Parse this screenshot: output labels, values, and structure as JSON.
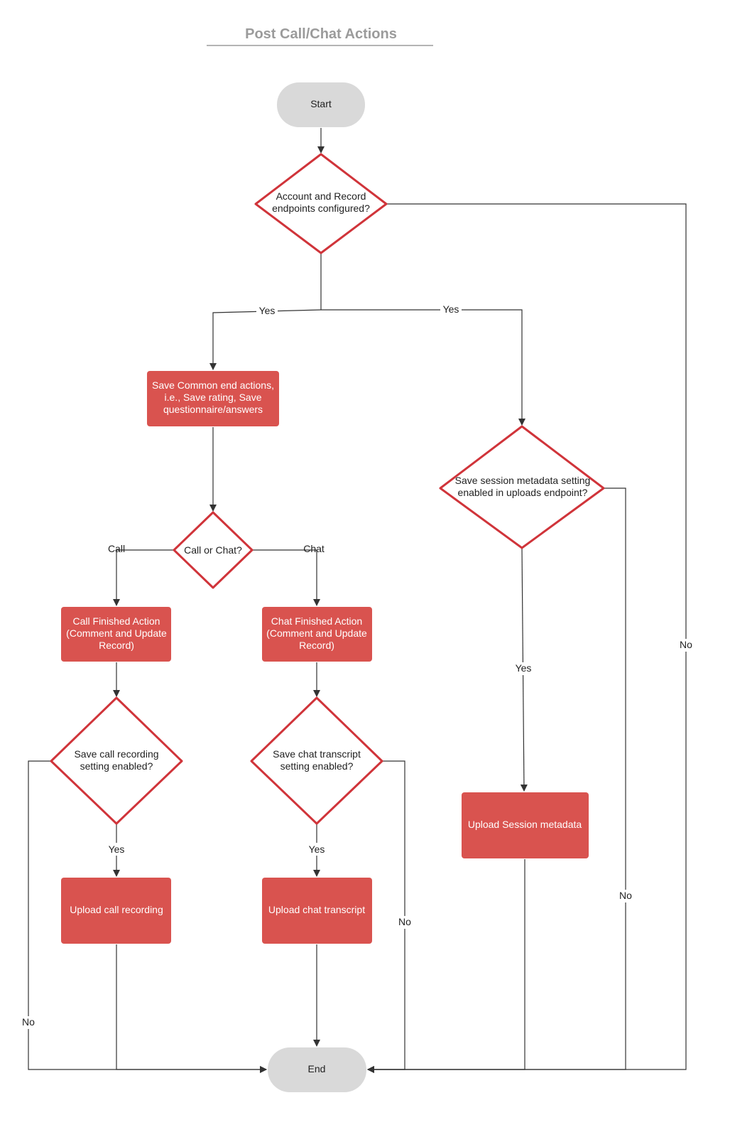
{
  "title": "Post Call/Chat Actions",
  "colors": {
    "process_fill": "#d9534f",
    "decision_stroke": "#d0343a",
    "terminal_fill": "#d9d9d9",
    "title_color": "#9b9b9b"
  },
  "nodes": {
    "start": {
      "label": "Start"
    },
    "endpoints_decision": {
      "lines": [
        "Account and Record",
        "endpoints configured?"
      ]
    },
    "save_common": {
      "lines": [
        "Save Common end actions,",
        "i.e., Save rating, Save",
        "questionnaire/answers"
      ]
    },
    "metadata_decision": {
      "lines": [
        "Save session metadata setting",
        "enabled in uploads endpoint?"
      ]
    },
    "call_or_chat": {
      "label": "Call or Chat?"
    },
    "call_finished": {
      "lines": [
        "Call Finished Action",
        "(Comment and Update",
        "Record)"
      ]
    },
    "chat_finished": {
      "lines": [
        "Chat Finished Action",
        "(Comment and Update",
        "Record)"
      ]
    },
    "recording_decision": {
      "lines": [
        "Save call recording",
        "setting enabled?"
      ]
    },
    "transcript_decision": {
      "lines": [
        "Save chat transcript",
        "setting enabled?"
      ]
    },
    "upload_recording": {
      "label": "Upload call recording"
    },
    "upload_transcript": {
      "label": "Upload chat transcript"
    },
    "upload_metadata": {
      "label": "Upload Session metadata"
    },
    "end": {
      "label": "End"
    }
  },
  "edge_labels": {
    "yes_left": "Yes",
    "yes_right": "Yes",
    "call": "Call",
    "chat": "Chat",
    "yes_metadata": "Yes",
    "yes_recording": "Yes",
    "yes_transcript": "Yes",
    "no_recording": "No",
    "no_transcript": "No",
    "no_metadata": "No",
    "no_endpoints": "No"
  }
}
